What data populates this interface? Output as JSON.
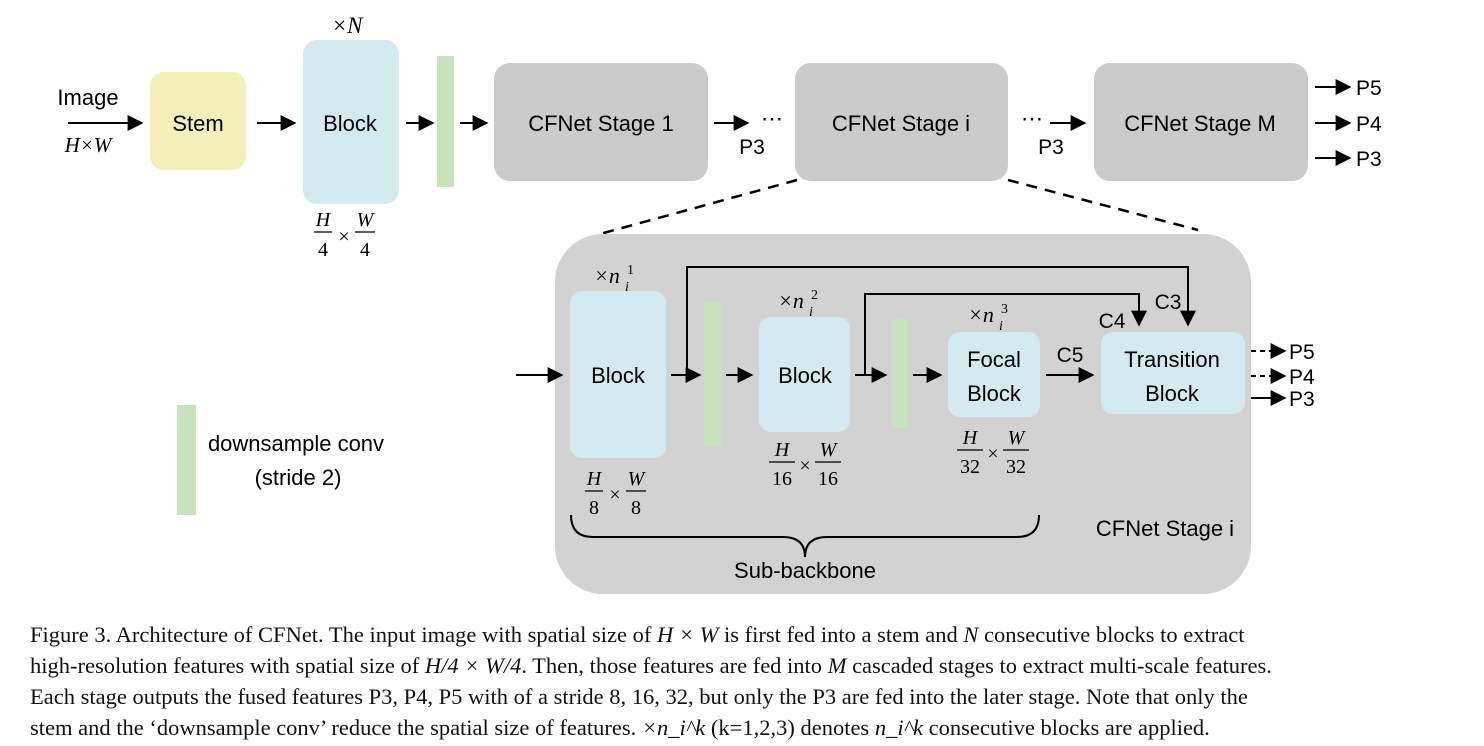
{
  "top": {
    "image_label": "Image",
    "image_size": "H×W",
    "stem": "Stem",
    "block": "Block",
    "repeat": "×N",
    "block_res": {
      "num_h": "H",
      "num_w": "W",
      "den": "4",
      "times": "×"
    },
    "stage1": "CFNet Stage 1",
    "stage_i": "CFNet Stage i",
    "stage_m": "CFNet Stage M",
    "ellipsis": "⋯",
    "p3": "P3",
    "outputs": [
      "P5",
      "P4",
      "P3"
    ]
  },
  "legend": {
    "line1": "downsample conv",
    "line2": "(stride 2)"
  },
  "detail": {
    "title": "CFNet Stage i",
    "block1": "Block",
    "block2": "Block",
    "focal_line1": "Focal",
    "focal_line2": "Block",
    "trans_line1": "Transition",
    "trans_line2": "Block",
    "rep1": "×n",
    "rep1_sup": "1",
    "rep2": "×n",
    "rep2_sup": "2",
    "rep3": "×n",
    "rep3_sup": "3",
    "rep_sub": "i",
    "res1": {
      "num_h": "H",
      "num_w": "W",
      "den": "8"
    },
    "res2": {
      "num_h": "H",
      "num_w": "W",
      "den": "16"
    },
    "res3": {
      "num_h": "H",
      "num_w": "W",
      "den": "32"
    },
    "c3": "C3",
    "c4": "C4",
    "c5": "C5",
    "outputs": [
      "P5",
      "P4",
      "P3"
    ],
    "brace_label": "Sub-backbone"
  },
  "caption": {
    "l1a": "Figure 3. Architecture of CFNet. The input image with spatial size of ",
    "l1b": "H × W",
    "l1c": " is first fed into a stem and ",
    "l1d": "N",
    "l1e": " consecutive blocks to extract",
    "l2a": "high-resolution features with spatial size of ",
    "l2b": "H/4 × W/4",
    "l2c": ". Then, those features are fed into ",
    "l2d": "M",
    "l2e": " cascaded stages to extract multi-scale features.",
    "l3": "Each stage outputs the fused features P3, P4, P5 with of a stride 8, 16, 32, but only the P3 are fed into the later stage. Note that only the",
    "l4a": "stem and the ‘downsample conv’ reduce the spatial size of features. ",
    "l4b": "×n_i^k",
    "l4c": " (k=1,2,3) denotes ",
    "l4d": "n_i^k",
    "l4e": " consecutive blocks are applied."
  },
  "colors": {
    "stem": "#f2efb8",
    "block": "#d3eaf1",
    "downsample": "#c6e3bc",
    "stage": "#cbcbcb",
    "detail_bg": "#d2d2d2"
  }
}
